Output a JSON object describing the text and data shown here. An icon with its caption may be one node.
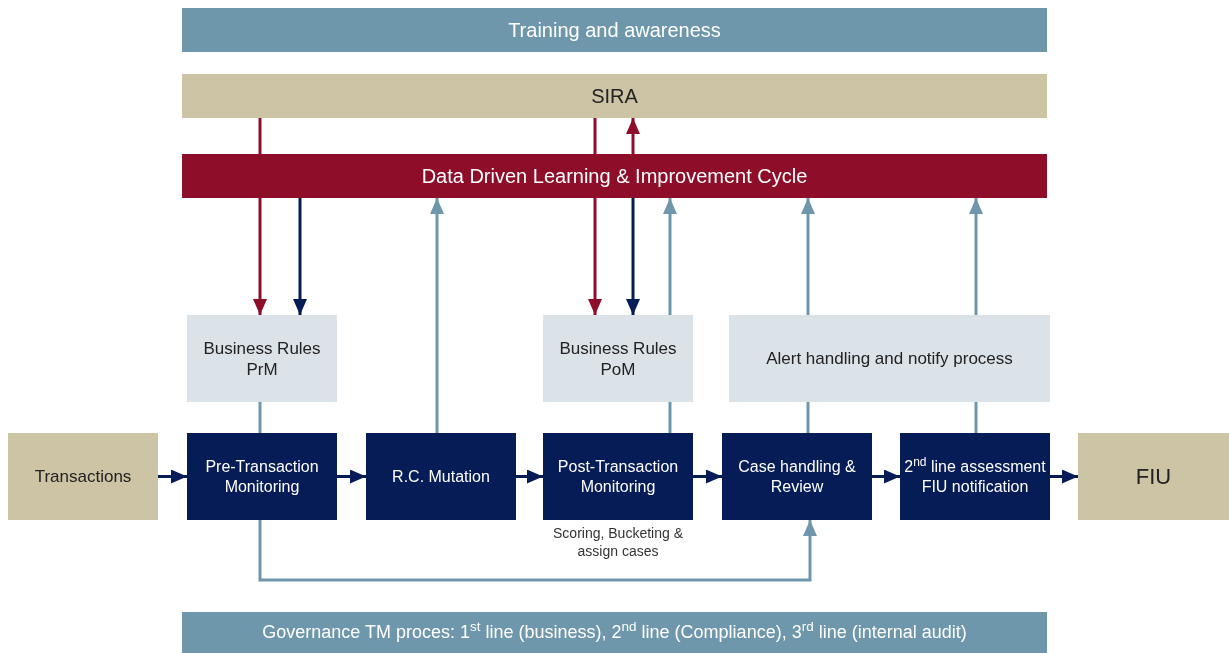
{
  "diagram": {
    "nodes": [
      {
        "text": [
          "Training and awareness"
        ]
      },
      {
        "text": [
          "SIRA"
        ]
      },
      {
        "text": [
          "Data Driven Learning & Improvement Cycle"
        ]
      },
      {
        "text": [
          "Business Rules PrM"
        ]
      },
      {
        "text": [
          "Business Rules PoM"
        ]
      },
      {
        "text": [
          "Alert handling and notify process"
        ]
      },
      {
        "text": [
          "Transactions"
        ]
      },
      {
        "text": [
          "Pre-Transaction Monitoring"
        ]
      },
      {
        "text": [
          "R.C. Mutation"
        ]
      },
      {
        "text": [
          "Post-Transaction Monitoring"
        ],
        "beside": [
          "Scoring, Bucketing & assign cases"
        ]
      },
      {
        "text": [
          "Case handling & Review"
        ]
      },
      {
        "text": [
          "2$^{nd}$ line assessment FIU notification"
        ]
      },
      {
        "text": [
          "FIU"
        ]
      },
      {
        "text": [
          "Governance TM proces: 1$^{st}$ line (business), 2$^{nd}$ line (Compliance), 3$^{rd}$ line (internal audit)"
        ]
      }
    ],
    "edges": [
      {
        "from": 1,
        "to": 2,
        "arrow": "none",
        "color": "#8e0e2a"
      },
      {
        "from": 2,
        "to": 3,
        "arrow": "to",
        "color": "#8e0e2a"
      },
      {
        "from": 2,
        "to": 3,
        "arrow": "to",
        "color": "#061c57"
      },
      {
        "from": 8,
        "to": 2,
        "arrow": "to"
      },
      {
        "from": 1,
        "to": 2,
        "arrow": "none",
        "color": "#8e0e2a"
      },
      {
        "from": 2,
        "to": 4,
        "arrow": "to",
        "color": "#8e0e2a"
      },
      {
        "from": 2,
        "to": 1,
        "arrow": "to",
        "color": "#8e0e2a"
      },
      {
        "from": 2,
        "to": 4,
        "arrow": "to",
        "color": "#061c57"
      },
      {
        "from": 4,
        "to": 2,
        "arrow": "to"
      },
      {
        "from": 5,
        "to": 2,
        "arrow": "to"
      },
      {
        "from": 5,
        "to": 2,
        "arrow": "to"
      },
      {
        "from": 3,
        "to": 7,
        "arrow": "none"
      },
      {
        "from": 4,
        "to": 9,
        "arrow": "none"
      },
      {
        "from": 5,
        "to": 10,
        "arrow": "none"
      },
      {
        "from": 5,
        "to": 11,
        "arrow": "none"
      },
      {
        "from": 7,
        "to": 10,
        "arrow": "to"
      },
      {
        "from": 6,
        "to": 7,
        "arrow": "to",
        "color": "#061c57"
      },
      {
        "from": 7,
        "to": 8,
        "arrow": "to",
        "color": "#061c57"
      },
      {
        "from": 8,
        "to": 9,
        "arrow": "to",
        "color": "#061c57"
      },
      {
        "from": 9,
        "to": 10,
        "arrow": "to",
        "color": "#061c57"
      },
      {
        "from": 10,
        "to": 11,
        "arrow": "to",
        "color": "#061c57"
      },
      {
        "from": 11,
        "to": 12,
        "arrow": "to",
        "color": "#061c57"
      }
    ]
  }
}
